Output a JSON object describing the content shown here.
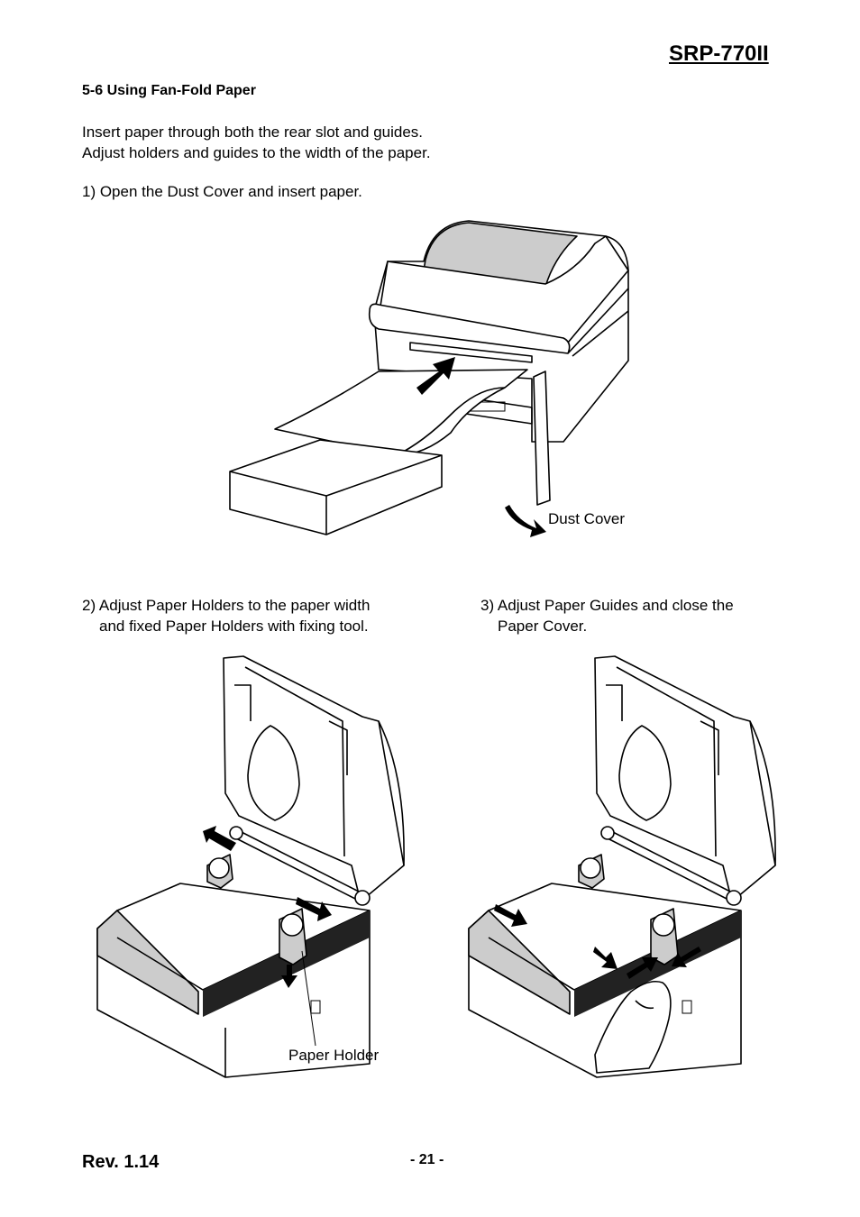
{
  "header": {
    "model": "SRP-770II"
  },
  "section": {
    "title": "5-6 Using Fan-Fold Paper"
  },
  "intro": {
    "line1": "Insert paper through both the rear slot and guides.",
    "line2": "Adjust holders and guides to the width of the paper."
  },
  "steps": {
    "step1": "1) Open the Dust Cover and insert paper.",
    "step2_line1": "2) Adjust Paper Holders to the paper width",
    "step2_line2": "and fixed Paper Holders with fixing tool.",
    "step3_line1": "3) Adjust Paper Guides and close the",
    "step3_line2": "Paper Cover."
  },
  "labels": {
    "dust_cover": "Dust Cover",
    "paper_holder": "Paper Holder"
  },
  "footer": {
    "revision": "Rev. 1.14",
    "page": "- 21 -"
  }
}
